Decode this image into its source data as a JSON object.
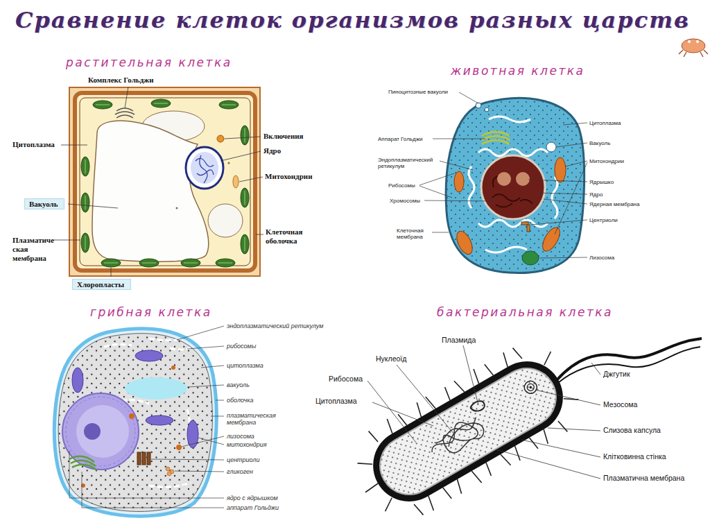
{
  "diagram": {
    "title": "Сравнение клеток организмов разных царств",
    "nodes": [
      {
        "text": [
          "Вакуоль"
        ]
      },
      {
        "text": [
          "Хлоропласты"
        ]
      }
    ],
    "labels": [
      "растительная клетка",
      "Комплекс Гольджи",
      "Цитоплазма",
      "Плазматиче ская мембрана",
      "Включения",
      "Ядро",
      "Митохондрии",
      "Клеточная оболочка",
      "животная клетка",
      "Пиноцитозные вакуоли",
      "Аппарат Гольджи",
      "Эндоплазматический ретикулум",
      "Рибосомы",
      "Хромосомы",
      "Клеточная мембрана",
      "Цитоплазма",
      "Вакуоль",
      "Митохондрии",
      "Ядрышко",
      "Ядро",
      "Ядерная мембрана",
      "Центриоли",
      "Лизосома",
      "грибная клетка",
      "эндоплазматический ретикулум",
      "рибосомы",
      "цитоплазма",
      "вакуоль",
      "оболочка",
      "плазматическая мембрана",
      "лизосома",
      "митохондрия",
      "центриоли",
      "гликоген",
      "ядро с ядрышком",
      "аппарат Гольджи",
      "бактериальная клетка",
      "Плазмида",
      "Нуклеоїд",
      "Рибосома",
      "Цитоплазма",
      "Джгутик",
      "Мезосома",
      "Слизова капсула",
      "Клітковинна стінка",
      "Плазматична мембрана"
    ]
  }
}
